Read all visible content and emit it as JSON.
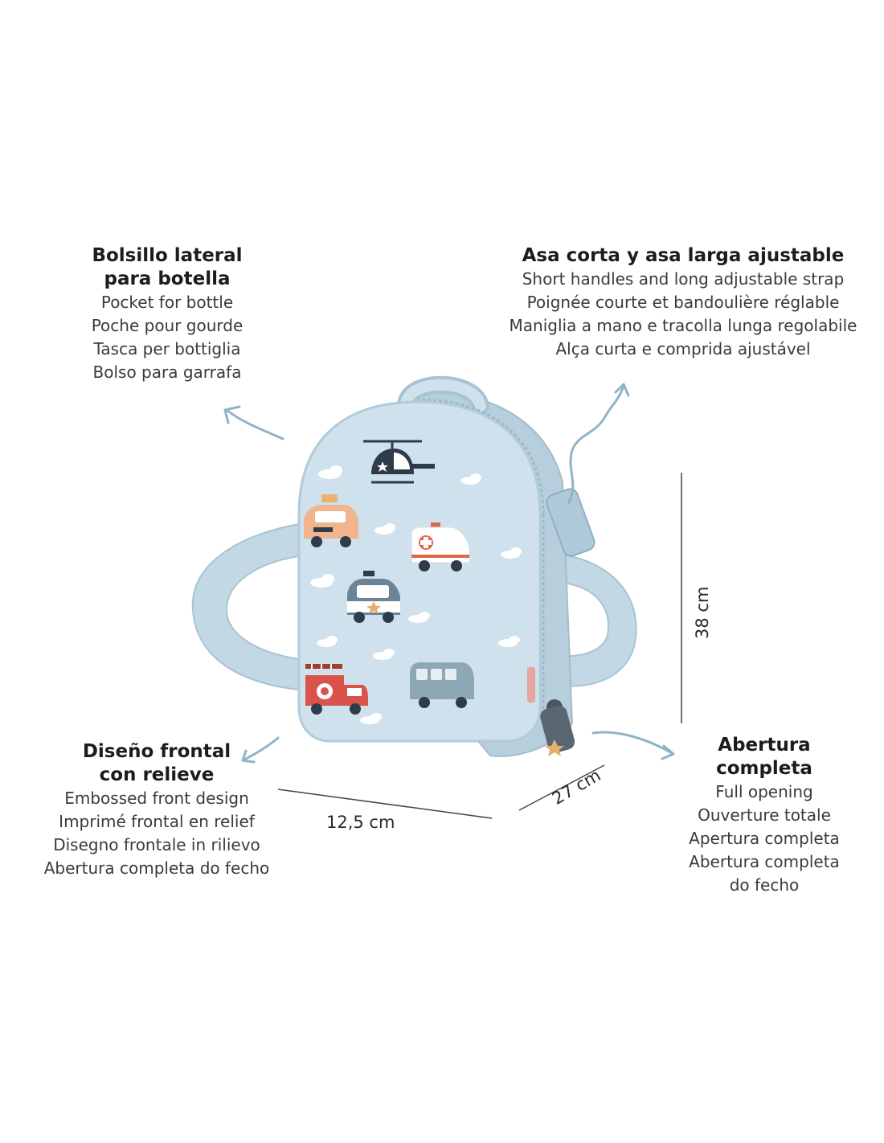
{
  "callouts": {
    "pocket": {
      "title": [
        "Bolsillo lateral",
        "para botella"
      ],
      "lines": [
        "Pocket for bottle",
        "Poche pour gourde",
        "Tasca per bottiglia",
        "Bolso para garrafa"
      ]
    },
    "strap": {
      "title": [
        "Asa corta y asa larga ajustable"
      ],
      "lines": [
        "Short handles and long adjustable strap",
        "Poignée courte et bandoulière réglable",
        "Maniglia a mano e tracolla lunga regolabile",
        "Alça curta e comprida ajustável"
      ]
    },
    "emboss": {
      "title": [
        "Diseño frontal",
        "con relieve"
      ],
      "lines": [
        "Embossed front design",
        "Imprimé frontal en relief",
        "Disegno frontale in rilievo",
        "Abertura completa do fecho"
      ]
    },
    "opening": {
      "title": [
        "Abertura",
        "completa"
      ],
      "lines": [
        "Full opening",
        "Ouverture totale",
        "Apertura completa",
        "Abertura completa",
        "do fecho"
      ]
    }
  },
  "dimensions": {
    "width": "12,5 cm",
    "depth": "27 cm",
    "height": "38 cm"
  },
  "colors": {
    "bag": "#cfe1ec",
    "bag_shade": "#b7cfdd",
    "strap": "#c3d8e5",
    "arrow": "#8fb4c8",
    "line": "#444444"
  },
  "icons": [
    "helicopter-icon",
    "taxi-icon",
    "ambulance-icon",
    "police-car-icon",
    "fire-truck-icon",
    "bus-icon",
    "cloud-icon"
  ]
}
